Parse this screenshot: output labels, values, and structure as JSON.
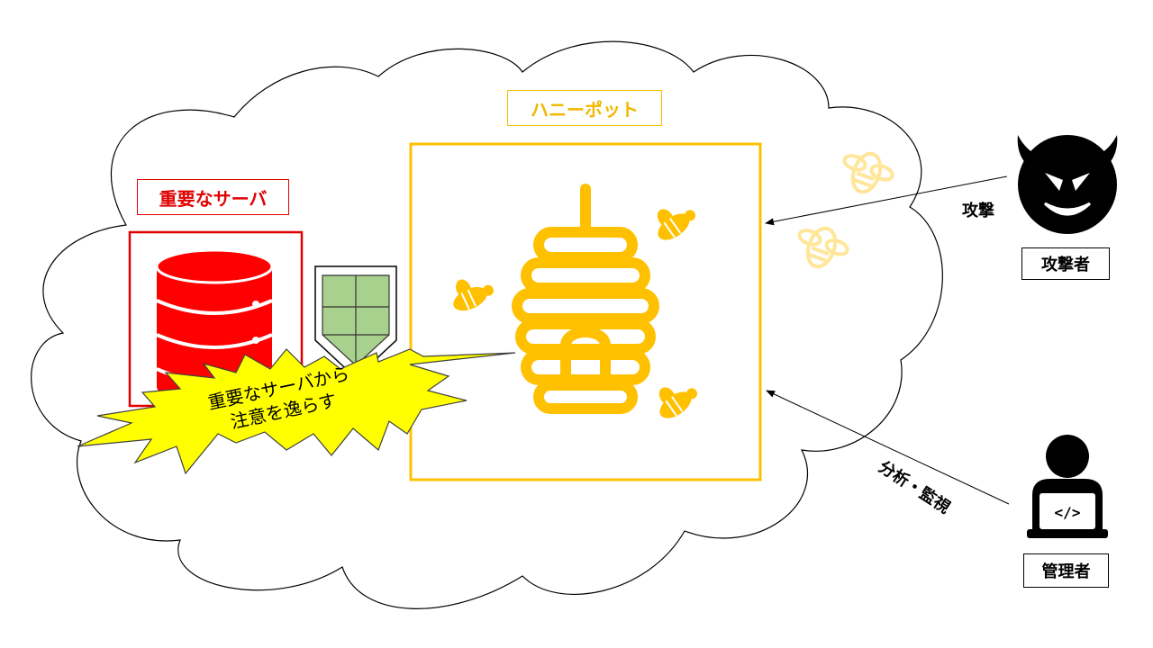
{
  "server": {
    "label": "重要なサーバ"
  },
  "honeypot": {
    "label": "ハニーポット"
  },
  "attacker": {
    "label": "攻撃者",
    "arrow_label": "攻撃"
  },
  "admin": {
    "label": "管理者",
    "arrow_label": "分析・監視",
    "screen_glyph": "</>"
  },
  "callout": {
    "line1": "重要なサーバから",
    "line2": "注意を逸らす"
  },
  "colors": {
    "server_red": "#ff0000",
    "honey_gold": "#ffc000",
    "bee_pale": "#ffe699",
    "shield_green": "#a9d18e",
    "callout_yellow": "#ffff00"
  }
}
